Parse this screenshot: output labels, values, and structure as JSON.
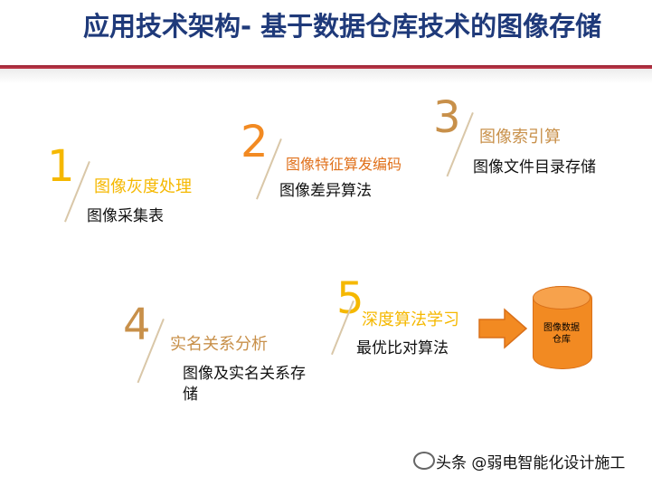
{
  "header": {
    "title": "应用技术架构- 基于数据仓库技术的图像存储",
    "rule_color": "#b0303f",
    "title_color": "#1f3a7a"
  },
  "steps": [
    {
      "number": "1",
      "title": "图像灰度处理",
      "sub": "图像采集表",
      "number_color": "#f5b800",
      "title_color": "#f5b800"
    },
    {
      "number": "2",
      "title": "图像特征算发编码",
      "sub": "图像差异算法",
      "number_color": "#f28a22",
      "title_color": "#e0701a"
    },
    {
      "number": "3",
      "title": "图像索引算",
      "sub": "图像文件目录存储",
      "number_color": "#c8904a",
      "title_color": "#c8904a"
    },
    {
      "number": "4",
      "title": "实名关系分析",
      "sub_lines": [
        "图像及实名关系存",
        "储"
      ],
      "number_color": "#c8904a",
      "title_color": "#c8904a"
    },
    {
      "number": "5",
      "title": "深度算法学习",
      "sub": "最优比对算法",
      "number_color": "#f5b800",
      "title_color": "#f5b800"
    }
  ],
  "database": {
    "label_line1": "图像数据",
    "label_line2": "仓库",
    "color": "#f28a22",
    "icon": "database-cylinder-icon"
  },
  "arrow": {
    "color": "#f28a22",
    "icon": "right-arrow-icon"
  },
  "watermark": {
    "text": "头条 @弱电智能化设计施工",
    "icon": "wechat-icon"
  }
}
